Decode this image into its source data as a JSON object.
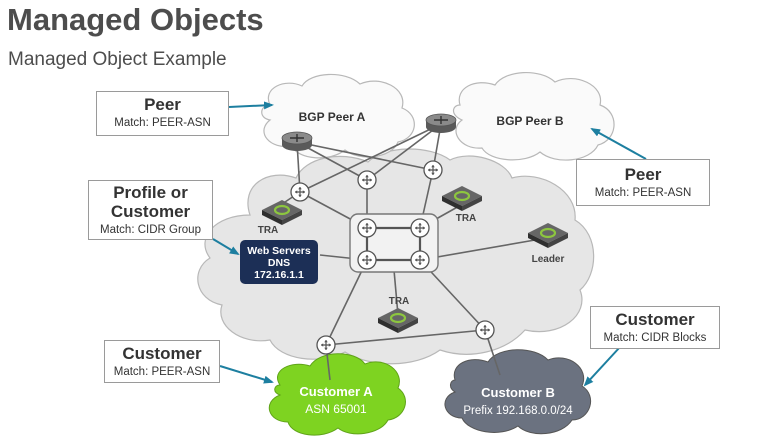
{
  "header": {
    "title": "Managed Objects",
    "subtitle": "Managed Object Example"
  },
  "clouds": {
    "bgp_peer_a": "BGP Peer A",
    "bgp_peer_b": "BGP Peer B",
    "customer_a": [
      "Customer A",
      "ASN 65001"
    ],
    "customer_b": [
      "Customer B",
      "Prefix 192.168.0.0/24"
    ]
  },
  "callouts": {
    "peer_left": {
      "heading": "Peer",
      "match": "Match: PEER-ASN"
    },
    "peer_right": {
      "heading": "Peer",
      "match": "Match: PEER-ASN"
    },
    "profile": {
      "heading_line1": "Profile or",
      "heading_line2": "Customer",
      "match": "Match: CIDR Group"
    },
    "customer_left": {
      "heading": "Customer",
      "match": "Match: PEER-ASN"
    },
    "customer_right": {
      "heading": "Customer",
      "match": "Match: CIDR Blocks"
    }
  },
  "devices": {
    "tra_left": "TRA",
    "tra_right": "TRA",
    "tra_bottom": "TRA",
    "leader": "Leader"
  },
  "web_servers": [
    "Web Servers",
    "DNS",
    "172.16.1.1"
  ],
  "colors": {
    "callout_arrow": "#1d7fa0",
    "core_cloud": "#e6e6e6",
    "peer_cloud": "#fafafa",
    "customer_a_cloud": "#7ed321",
    "customer_b_cloud": "#6b7280",
    "web_server_box": "#1c2f56",
    "device_accent": "#8dc63f"
  }
}
